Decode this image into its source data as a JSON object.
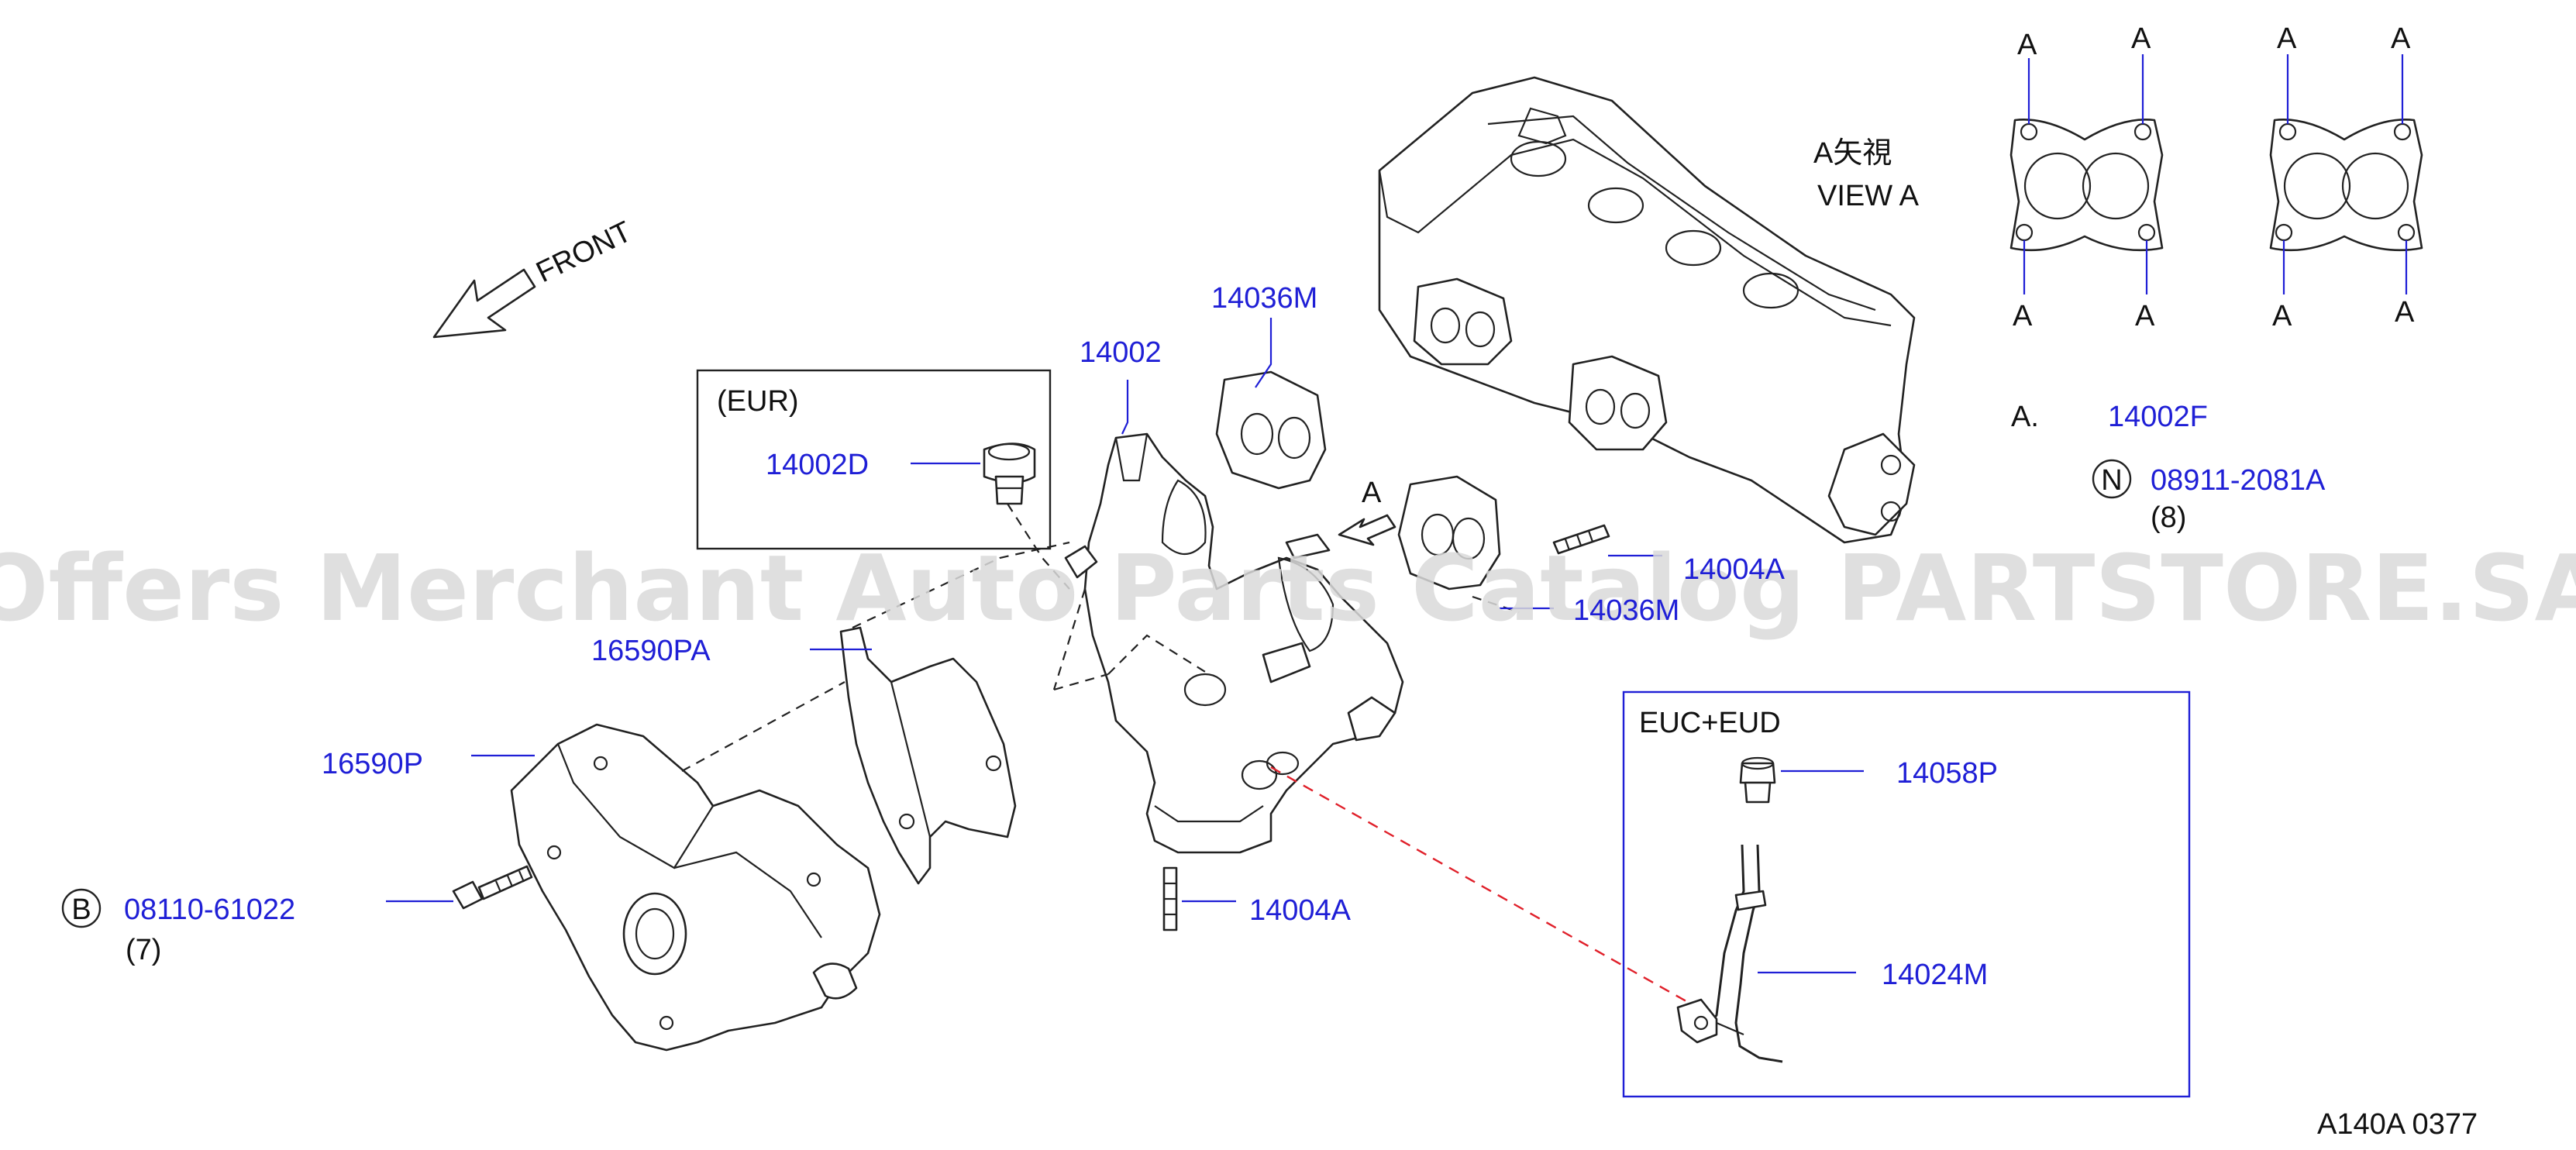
{
  "watermark": "Offers Merchant Auto Parts Catalog PARTSTORE.SA",
  "front_label": "FRONT",
  "eur_box_title": "(EUR)",
  "euc_box_title": "EUC+EUD",
  "view_label_jp": "A矢視",
  "view_label_en": "VIEW A",
  "arrow_label_a": "A",
  "stud_label_a": "A.",
  "hole_label": "A",
  "parts": {
    "p14036M_top": "14036M",
    "p14002": "14002",
    "p14002D": "14002D",
    "p16590PA": "16590PA",
    "p16590P": "16590P",
    "p08110": "08110-61022",
    "p08110_qty": "(7)",
    "b_marker": "B",
    "p14004A_bottom": "14004A",
    "p14004A_right": "14004A",
    "p14036M_right": "14036M",
    "p14002F": "14002F",
    "n_marker": "N",
    "p08911": "08911-2081A",
    "p08911_qty": "(8)",
    "p14058P": "14058P",
    "p14024M": "14024M"
  },
  "diagram_code": "A140A 0377"
}
